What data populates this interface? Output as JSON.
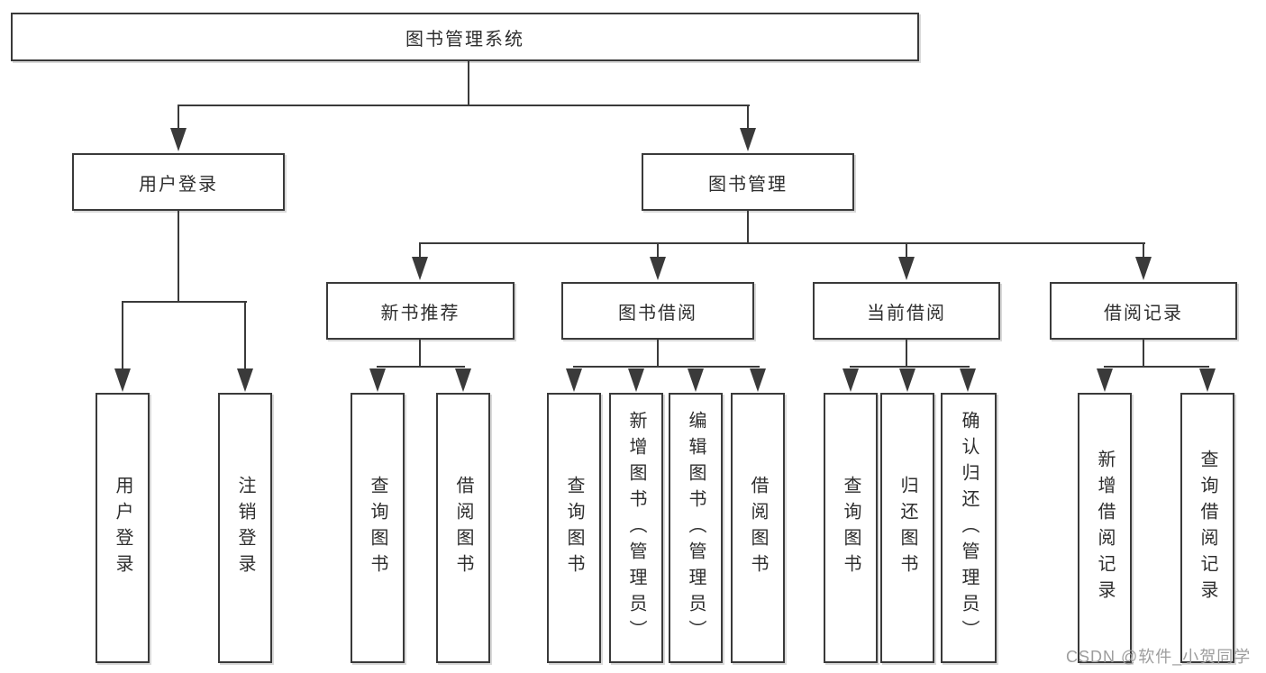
{
  "tree": {
    "root": {
      "label": "图书管理系统"
    },
    "level2": {
      "user_login": {
        "label": "用户登录",
        "children": [
          {
            "label": "用户登录"
          },
          {
            "label": "注销登录"
          }
        ]
      },
      "book_mgmt": {
        "label": "图书管理",
        "children": [
          {
            "label": "新书推荐",
            "children": [
              {
                "label": "查询图书"
              },
              {
                "label": "借阅图书"
              }
            ]
          },
          {
            "label": "图书借阅",
            "children": [
              {
                "label": "查询图书"
              },
              {
                "label": "新增图书（管理员）"
              },
              {
                "label": "编辑图书（管理员）"
              },
              {
                "label": "借阅图书"
              }
            ]
          },
          {
            "label": "当前借阅",
            "children": [
              {
                "label": "查询图书"
              },
              {
                "label": "归还图书"
              },
              {
                "label": "确认归还（管理员）"
              }
            ]
          },
          {
            "label": "借阅记录",
            "children": [
              {
                "label": "新增借阅记录"
              },
              {
                "label": "查询借阅记录"
              }
            ]
          }
        ]
      }
    }
  },
  "watermark": {
    "text": "CSDN @软件_小贺同学"
  },
  "colors": {
    "line": "#3a3a3a",
    "box_border": "#3a3a3a",
    "text": "#2e2e2e",
    "watermark": "#9d9d9d",
    "background": "#ffffff"
  }
}
